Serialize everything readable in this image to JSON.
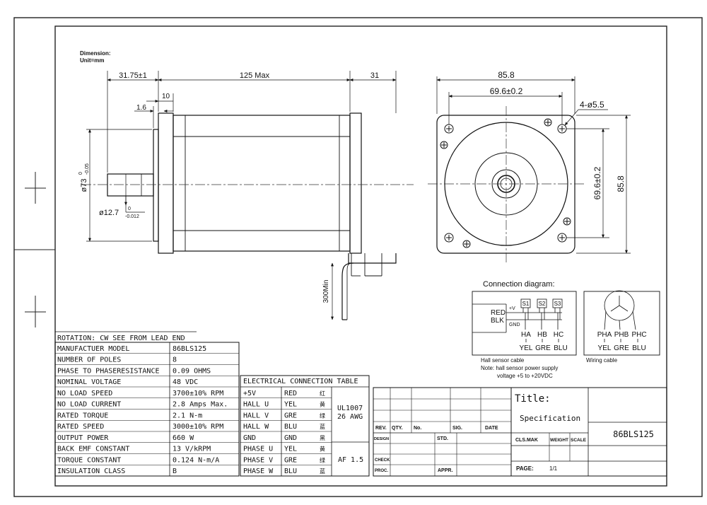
{
  "header": {
    "dimension_label": "Dimension:",
    "unit_label": "Unit=mm"
  },
  "side_view": {
    "dims": {
      "shaft_length": "31.75±1",
      "body_length": "125 Max",
      "rear_length": "31",
      "flange_thickness": "10",
      "boss_height": "1.6",
      "pilot_diameter": "ø73",
      "pilot_tol_upper": "0",
      "pilot_tol_lower": "-0.05",
      "shaft_diameter": "ø12.7",
      "shaft_tol_upper": "0",
      "shaft_tol_lower": "-0.012",
      "cable_length": "300Min"
    }
  },
  "front_view": {
    "dims": {
      "overall_width": "85.8",
      "hole_spacing_h": "69.6±0.2",
      "mount_holes": "4-ø5.5",
      "hole_spacing_v": "69.6±0.2",
      "overall_height": "85.8"
    }
  },
  "connection": {
    "title": "Connection diagram:",
    "hall": {
      "plus_v": "+V",
      "red": "RED",
      "blk": "BLK",
      "gnd": "GND",
      "sensors": [
        "S1",
        "S2",
        "S3"
      ],
      "signals": [
        "HA",
        "HB",
        "HC"
      ],
      "colors": [
        "YEL",
        "GRE",
        "BLU"
      ],
      "caption": "Hall sensor cable",
      "note_line1": "Note: hall sensor power supply",
      "note_line2": "voltage +5 to +20VDC"
    },
    "wiring": {
      "phases": [
        "PHA",
        "PHB",
        "PHC"
      ],
      "colors": [
        "YEL",
        "GRE",
        "BLU"
      ],
      "caption": "Wiring cable"
    }
  },
  "spec_table": {
    "header": "ROTATION: CW SEE FROM LEAD END",
    "rows": [
      {
        "label": "MANUFACTUER MODEL",
        "value": "86BLS125"
      },
      {
        "label": "NUMBER OF POLES",
        "value": "8"
      },
      {
        "label": "PHASE TO PHASERESISTANCE",
        "value": "0.09 OHMS"
      },
      {
        "label": "NOMINAL VOLTAGE",
        "value": "48 VDC"
      },
      {
        "label": "NO LOAD SPEED",
        "value": "3700±10% RPM"
      },
      {
        "label": "NO LOAD CURRENT",
        "value": "2.8 Amps Max."
      },
      {
        "label": "RATED TORQUE",
        "value": "2.1 N-m"
      },
      {
        "label": "RATED SPEED",
        "value": "3000±10% RPM"
      },
      {
        "label": "OUTPUT POWER",
        "value": "660 W"
      },
      {
        "label": "BACK EMF CONSTANT",
        "value": "13 V/kRPM"
      },
      {
        "label": "TORQUE CONSTANT",
        "value": "0.124 N-m/A"
      },
      {
        "label": "INSULATION CLASS",
        "value": "B"
      }
    ]
  },
  "elec_table": {
    "header": "ELECTRICAL CONNECTION TABLE",
    "rows": [
      {
        "signal": "+5V",
        "color": "RED",
        "cn": "红"
      },
      {
        "signal": "HALL U",
        "color": "YEL",
        "cn": "黄"
      },
      {
        "signal": "HALL V",
        "color": "GRE",
        "cn": "绿"
      },
      {
        "signal": "HALL W",
        "color": "BLU",
        "cn": "蓝"
      },
      {
        "signal": "GND",
        "color": "GND",
        "cn": "黑"
      },
      {
        "signal": "PHASE U",
        "color": "YEL",
        "cn": "黄"
      },
      {
        "signal": "PHASE V",
        "color": "GRE",
        "cn": "绿"
      },
      {
        "signal": "PHASE W",
        "color": "BLU",
        "cn": "蓝"
      }
    ],
    "cable_line1": "UL1007",
    "cable_line2": "26 AWG",
    "cable_af": "AF 1.5"
  },
  "title_block": {
    "rev": "REV.",
    "qty": "QTY.",
    "no": "No.",
    "sig": "SIG.",
    "date": "DATE",
    "design": "DESIGN",
    "std": "STD.",
    "check": "CHECK",
    "proc": "PROC.",
    "appr": "APPR.",
    "title_label": "Title:",
    "title_value": "Specification",
    "cls_mak": "CLS.MAK",
    "weight": "WEIGHT",
    "scale": "SCALE",
    "page_label": "PAGE:",
    "page_value": "1/1",
    "model": "86BLS125"
  }
}
